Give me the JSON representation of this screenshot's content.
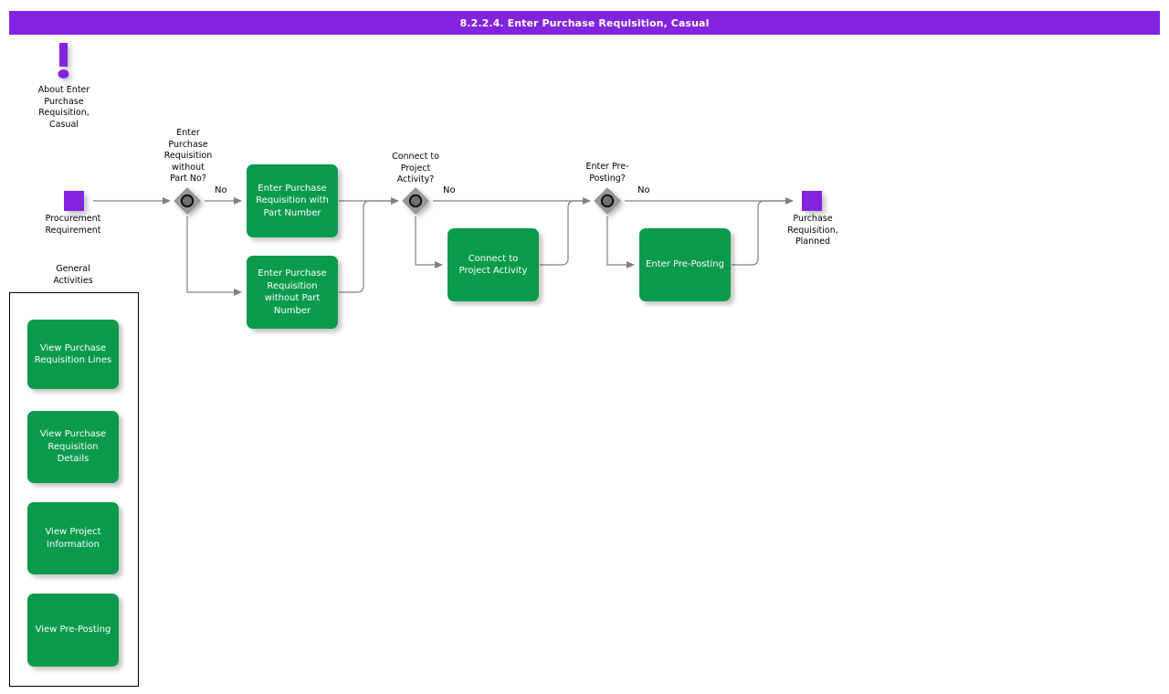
{
  "header": {
    "title": "8.2.2.4. Enter Purchase Requisition, Casual",
    "bar_color": "#8223e0"
  },
  "palette": {
    "activity_green": "#0a9a4c",
    "terminator_purple": "#8223e0",
    "decision_grey": "#808080",
    "edge_grey": "#808080",
    "text_dark": "#000000",
    "text_light": "#ffffff"
  },
  "note": {
    "icon": "exclamation-icon",
    "label": "About Enter\nPurchase\nRequisition,\nCasual"
  },
  "flow": {
    "start_terminator": {
      "icon": "purple-square",
      "label": "Procurement\nRequirement"
    },
    "end_terminator": {
      "icon": "purple-square",
      "label": "Purchase\nRequisition,\nPlanned"
    },
    "decisions": [
      {
        "id": "decision-part-no",
        "label": "Enter\nPurchase\nRequisition\nwithout\nPart No?",
        "no_label": "No"
      },
      {
        "id": "decision-project-activity",
        "label": "Connect to\nProject\nActivity?",
        "no_label": "No"
      },
      {
        "id": "decision-pre-posting",
        "label": "Enter Pre-\nPosting?",
        "no_label": "No"
      }
    ],
    "activities": [
      {
        "id": "activity-pr-with-part",
        "label": "Enter Purchase Requisition with Part Number"
      },
      {
        "id": "activity-pr-without-part",
        "label": "Enter Purchase Requisition without Part Number"
      },
      {
        "id": "activity-connect-project",
        "label": "Connect to Project Activity"
      },
      {
        "id": "activity-enter-pre-posting",
        "label": "Enter Pre-Posting"
      }
    ]
  },
  "general_activities": {
    "title": "General\nActivities",
    "items": [
      {
        "id": "view-pr-lines",
        "label": "View Purchase Requisition Lines"
      },
      {
        "id": "view-pr-details",
        "label": "View Purchase Requisition Details"
      },
      {
        "id": "view-project-info",
        "label": "View Project Information"
      },
      {
        "id": "view-pre-posting",
        "label": "View Pre-Posting"
      }
    ]
  }
}
